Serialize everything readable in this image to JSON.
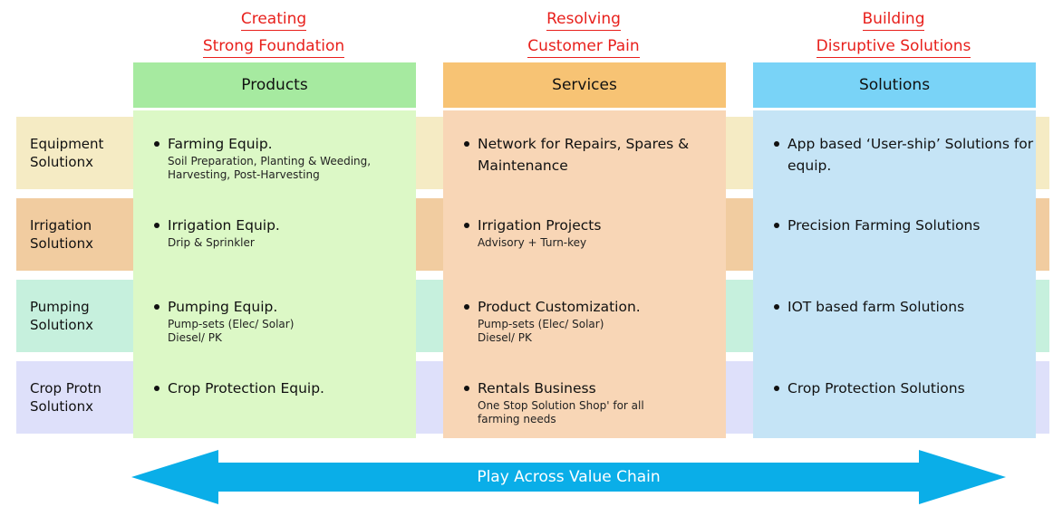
{
  "headings": [
    {
      "line1": "Creating",
      "line2": "Strong Foundation"
    },
    {
      "line1": "Resolving",
      "line2": "Customer Pain"
    },
    {
      "line1": "Building",
      "line2": "Disruptive Solutions"
    }
  ],
  "rows": [
    {
      "line1": "Equipment",
      "line2": "Solutionx",
      "color": "#f5ebc4"
    },
    {
      "line1": "Irrigation",
      "line2": "Solutionx",
      "color": "#f1cca0"
    },
    {
      "line1": "Pumping",
      "line2": "Solutionx",
      "color": "#c6f0dd"
    },
    {
      "line1": "Crop Protn",
      "line2": "Solutionx",
      "color": "#dee0fa"
    }
  ],
  "columns": [
    {
      "title": "Products",
      "head_color": "#a6eaa0",
      "body_color": "#dcf8c6",
      "items": [
        {
          "main": "Farming Equip.",
          "sub": [
            "Soil Preparation, Planting & Weeding,",
            "Harvesting, Post-Harvesting"
          ]
        },
        {
          "main": "Irrigation Equip.",
          "sub": [
            "Drip & Sprinkler"
          ]
        },
        {
          "main": "Pumping Equip.",
          "sub": [
            "Pump-sets (Elec/ Solar)",
            "Diesel/ PK"
          ]
        },
        {
          "main": "Crop Protection Equip.",
          "sub": []
        }
      ]
    },
    {
      "title": "Services",
      "head_color": "#f7c374",
      "body_color": "#f8d6b6",
      "items": [
        {
          "main": "Network for Repairs, Spares & Maintenance",
          "sub": []
        },
        {
          "main": "Irrigation Projects",
          "sub": [
            "Advisory + Turn-key"
          ]
        },
        {
          "main": "Product Customization.",
          "sub": [
            "Pump-sets (Elec/ Solar)",
            "Diesel/ PK"
          ]
        },
        {
          "main": "Rentals Business",
          "sub": [
            "One Stop Solution Shop' for all",
            "farming needs"
          ]
        }
      ]
    },
    {
      "title": "Solutions",
      "head_color": "#79d3f7",
      "body_color": "#c5e4f6",
      "items": [
        {
          "main": "App based ‘User-ship’ Solutions for equip.",
          "sub": []
        },
        {
          "main": "Precision Farming Solutions",
          "sub": []
        },
        {
          "main": "IOT based farm Solutions",
          "sub": []
        },
        {
          "main": "Crop Protection Solutions",
          "sub": []
        }
      ]
    }
  ],
  "arrow": {
    "label": "Play Across Value Chain",
    "color": "#0aaee8"
  }
}
